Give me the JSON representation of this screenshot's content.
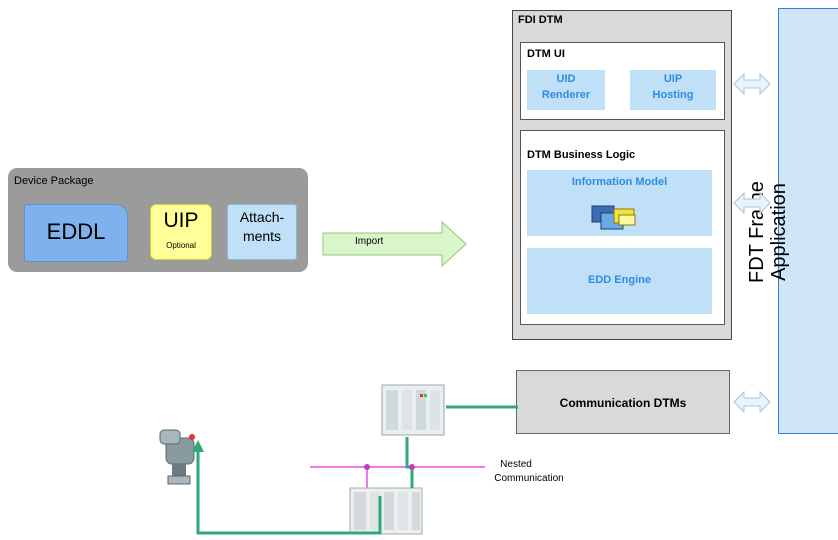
{
  "device_package": {
    "title": "Device Package",
    "eddl": "EDDL",
    "uip": "UIP",
    "uip_note": "Optional",
    "attachments_line1": "Attach-",
    "attachments_line2": "ments"
  },
  "import_label": "Import",
  "fdi_dtm": {
    "title": "FDI DTM",
    "dtm_ui": {
      "title": "DTM UI",
      "uid_renderer_line1": "UID",
      "uid_renderer_line2": "Renderer",
      "uip_hosting_line1": "UIP",
      "uip_hosting_line2": "Hosting"
    },
    "business_logic": {
      "title": "DTM Business Logic",
      "information_model": "Information Model",
      "edd_engine": "EDD Engine"
    }
  },
  "communication_dtms": "Communication DTMs",
  "fdt_frame": {
    "line1": "FDT Frame",
    "line2": "Application"
  },
  "nested_communication": {
    "line1": "Nested",
    "line2": "Communication"
  },
  "colors": {
    "package_gray": "#9b9b9b",
    "eddl_blue": "#7fb2ec",
    "uip_yellow": "#ffff99",
    "inner_blue": "#bfe0f7",
    "blue_text": "#2f8be0",
    "frame_blue": "#cfe6f8",
    "import_green": "#d9f5c9",
    "wire_green": "#2fa87a",
    "bus_magenta": "#e84ce8"
  }
}
